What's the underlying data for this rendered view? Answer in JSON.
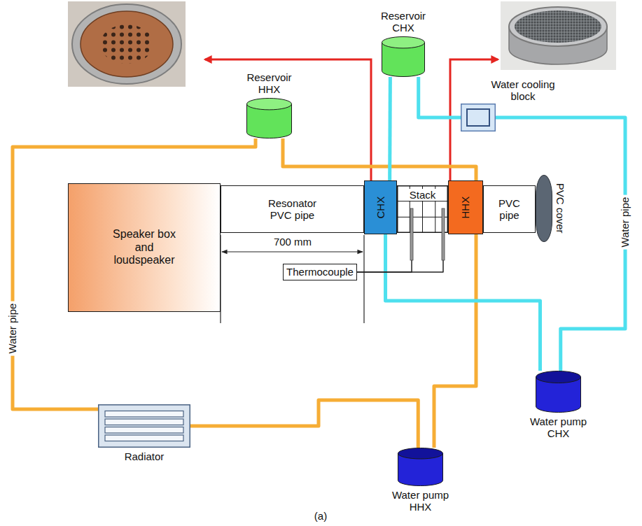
{
  "diagram": {
    "caption": "(a)",
    "nodes": [
      {
        "text": [
          "Reservoir HHX"
        ]
      },
      {
        "text": [
          "Reservoir CHX"
        ]
      },
      {
        "text": [
          "Water cooling block"
        ]
      },
      {
        "text": [
          "Speaker box and loudspeaker"
        ]
      },
      {
        "text": [
          "Resonator PVC pipe"
        ]
      },
      {
        "text": [
          "CHX"
        ]
      },
      {
        "text": [
          "Stack"
        ]
      },
      {
        "text": [
          "HHX"
        ]
      },
      {
        "text": [
          "PVC pipe"
        ]
      },
      {
        "text": [
          "PVC cover"
        ]
      },
      {
        "text": [
          "Thermocouple"
        ]
      },
      {
        "text": [
          "Radiator"
        ]
      },
      {
        "text": [
          "Water pump HHX"
        ]
      },
      {
        "text": [
          "Water pump CHX"
        ]
      }
    ],
    "edges": [
      {
        "from": 0,
        "to": 11,
        "arrow": "none"
      },
      {
        "from": 11,
        "to": 12,
        "arrow": "none"
      },
      {
        "from": 12,
        "to": 7,
        "arrow": "none"
      },
      {
        "from": 7,
        "to": 0,
        "arrow": "none"
      },
      {
        "from": 1,
        "to": 5,
        "arrow": "none"
      },
      {
        "from": 5,
        "to": 13,
        "arrow": "none"
      },
      {
        "from": 13,
        "to": 2,
        "arrow": "none"
      },
      {
        "from": 2,
        "to": 1,
        "arrow": "none"
      },
      {
        "from": 10,
        "to": 6,
        "arrow": "none"
      },
      {
        "from": 10,
        "to": 6,
        "arrow": "none"
      }
    ],
    "labels": [
      "700 mm",
      "Water pipe",
      "Water pipe"
    ]
  }
}
